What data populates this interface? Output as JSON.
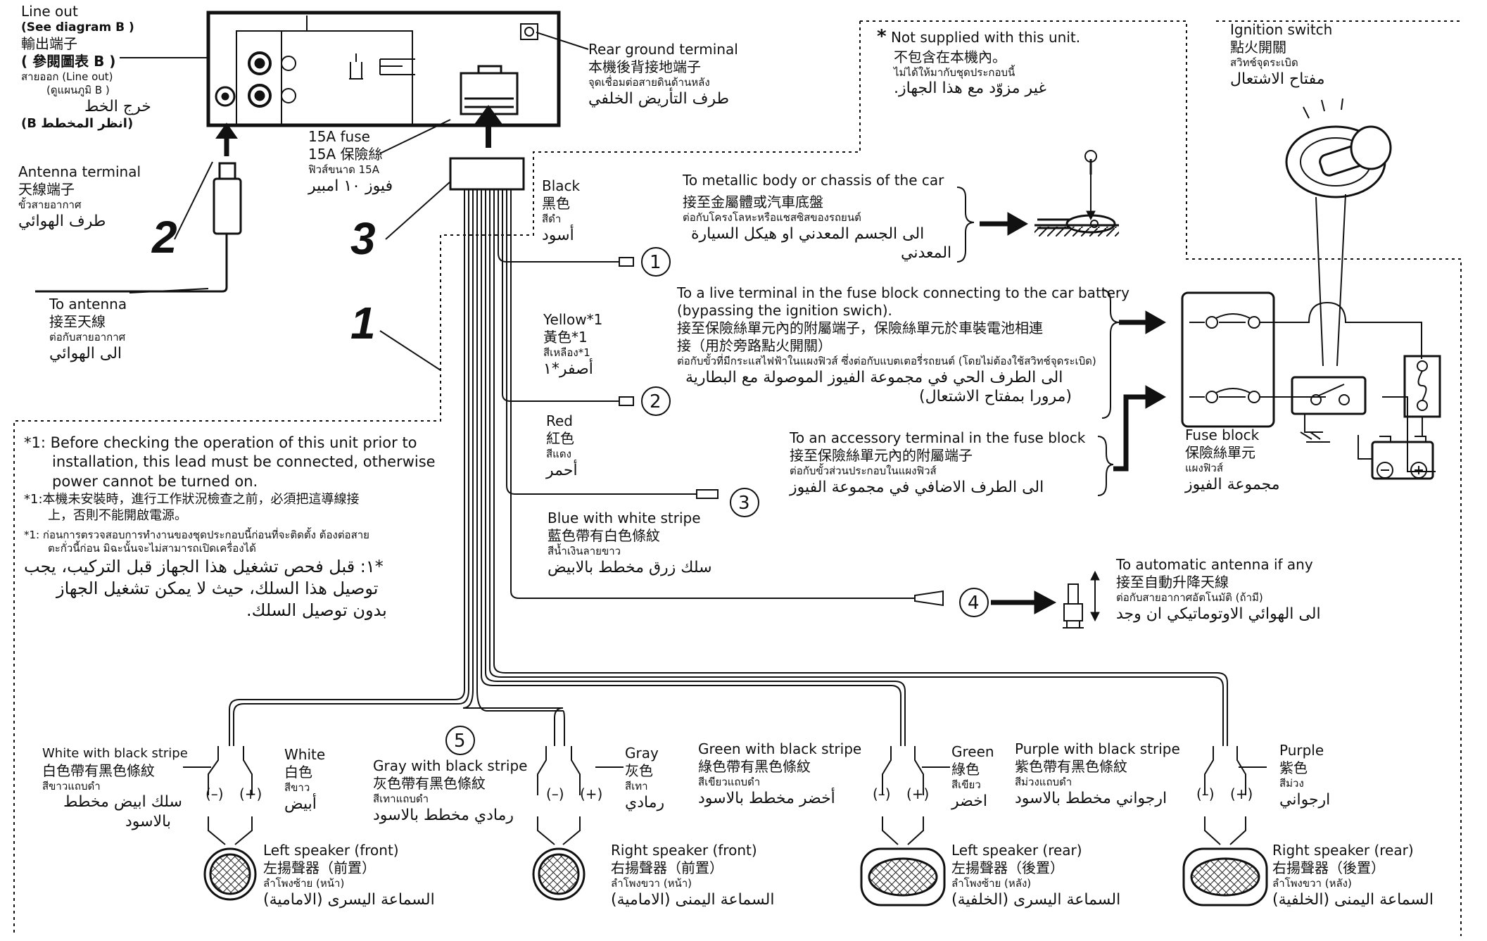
{
  "line_out": {
    "en": "Line out",
    "see": "(See diagram B )",
    "zh": "輸出端子",
    "zh_see": "( 參閱圖表 B )",
    "th": "สายออก (Line out)",
    "th_see": "(ดูแผนภูมิ B )",
    "ar": "خرج الخط",
    "ar_see": "(انظر المخطط B)"
  },
  "antenna_terminal": {
    "en": "Antenna terminal",
    "zh": "天線端子",
    "th": "ขั้วสายอากาศ",
    "ar": "طرف الهوائي"
  },
  "to_antenna": {
    "en": "To antenna",
    "zh": "接至天線",
    "th": "ต่อกับสายอากาศ",
    "ar": "الى الهوائي"
  },
  "rear_ground": {
    "en": "Rear ground terminal",
    "zh": "本機後背接地端子",
    "th": "จุดเชื่อมต่อสายดินด้านหลัง",
    "ar": "طرف التأريض الخلفي"
  },
  "fuse": {
    "en": "15A fuse",
    "zh": "15A 保險絲",
    "th": "ฟิวส์ขนาด 15A",
    "ar": "فيوز ١٠ امبير"
  },
  "numbers": {
    "n1": "1",
    "n2": "2",
    "n3": "3"
  },
  "not_supplied": {
    "star": "*",
    "en": "Not supplied with this unit.",
    "zh": "不包含在本機內。",
    "th": "ไม่ได้ให้มากับชุดประกอบนี้",
    "ar": "غير مزوّد مع هذا الجهاز."
  },
  "ignition": {
    "en": "Ignition switch",
    "zh": "點火開關",
    "th": "สวิทช์จุดระเบิด",
    "ar": "مفتاح الاشتعال"
  },
  "black": {
    "en": "Black",
    "zh": "黑色",
    "th": "สีดำ",
    "ar": "أسود"
  },
  "metallic": {
    "en": "To metallic body or chassis of the car",
    "zh": "接至金屬體或汽車底盤",
    "th": "ต่อกับโครงโลหะหรือแชสซิสของรถยนต์",
    "ar1": "الى الجسم المعدني او هيكل السيارة",
    "ar2": "المعدني"
  },
  "yellow": {
    "en": "Yellow*1",
    "zh": "黃色*1",
    "th": "สีเหลือง*1",
    "ar": "أصفر*١"
  },
  "live": {
    "en1": "To a live terminal in the fuse block connecting to the car battery",
    "en2": "(bypassing the ignition swich).",
    "zh1": "接至保險絲單元內的附屬端子，保險絲單元於車裝電池相連",
    "zh2": "接（用於旁路點火開關）",
    "th": "ต่อกับขั้วที่มีกระแสไฟฟ้าในแผงฟิวส์ ซึ่งต่อกับแบตเตอรี่รถยนต์ (โดยไม่ต้องใช้สวิทช์จุดระเบิด)",
    "ar1": "الى الطرف الحي في مجموعة الفيوز الموصولة مع البطارية",
    "ar2": "(مرورا بمفتاح الاشتعال)"
  },
  "red": {
    "en": "Red",
    "zh": "紅色",
    "th": "สีแดง",
    "ar": "أحمر"
  },
  "accessory": {
    "en": "To an accessory terminal in the fuse block",
    "zh": "接至保險絲單元內的附屬端子",
    "th": "ต่อกับขั้วส่วนประกอบในแผงฟิวส์",
    "ar": "الى الطرف الاضافي في مجموعة الفيوز"
  },
  "fuse_block": {
    "en": "Fuse block",
    "zh": "保險絲單元",
    "th": "แผงฟิวส์",
    "ar": "مجموعة الفيوز"
  },
  "blue": {
    "en": "Blue with white stripe",
    "zh": "藍色帶有白色條紋",
    "th": "สีน้ำเงินลายขาว",
    "ar": "سلك زرق مخطط بالابيض"
  },
  "auto_antenna": {
    "en": "To automatic antenna if any",
    "zh": "接至自動升降天線",
    "th": "ต่อกับสายอากาศอัตโนมัติ (ถ้ามี)",
    "ar": "الى الهوائي الاوتوماتيكي ان وجد"
  },
  "circles": {
    "c1": "1",
    "c2": "2",
    "c3": "3",
    "c4": "4",
    "c5": "5"
  },
  "note": {
    "en1": "*1: Before checking the operation of this unit prior to",
    "en2": "installation, this lead must be connected, otherwise",
    "en3": "power cannot be turned on.",
    "zh1": "*1:本機未安裝時，進行工作狀況檢查之前，必須把這導線接",
    "zh2": "上，否則不能開啟電源。",
    "th1": "*1: ก่อนการตรวจสอบการทำงานของชุดประกอบนี้ก่อนที่จะติดตั้ง ต้องต่อสาย",
    "th2": "ตะกั่วนี้ก่อน มิฉะนั้นจะไม่สามารถเปิดเครื่องได้",
    "ar1": "*١: قبل فحص تشغيل هذا الجهاز قبل التركيب، يجب",
    "ar2": "توصيل هذا السلك، حيث لا يمكن تشغيل الجهاز",
    "ar3": "بدون توصيل السلك."
  },
  "polarity": {
    "minus": "(–)",
    "plus": "(+)"
  },
  "speakers": {
    "lf": {
      "en": "Left speaker (front)",
      "zh": "左揚聲器（前置）",
      "th": "ลำโพงซ้าย (หน้า)",
      "ar": "السماعة اليسرى (الامامية)"
    },
    "rf": {
      "en": "Right speaker (front)",
      "zh": "右揚聲器（前置）",
      "th": "ลำโพงขวา (หน้า)",
      "ar": "السماعة اليمنى (الامامية)"
    },
    "lr": {
      "en": "Left speaker (rear)",
      "zh": "左揚聲器（後置）",
      "th": "ลำโพงซ้าย (หลัง)",
      "ar": "السماعة اليسرى (الخلفية)"
    },
    "rr": {
      "en": "Right speaker (rear)",
      "zh": "右揚聲器（後置）",
      "th": "ลำโพงขวา (หลัง)",
      "ar": "السماعة اليمنى (الخلفية)"
    }
  },
  "wires": {
    "white_black": {
      "en": "White with black stripe",
      "zh": "白色帶有黑色條紋",
      "th": "สีขาวแถบดำ",
      "ar1": "سلك ابيض مخطط",
      "ar2": "بالاسود"
    },
    "white": {
      "en": "White",
      "zh": "白色",
      "th": "สีขาว",
      "ar": "أبيض"
    },
    "gray_black": {
      "en": "Gray with black stripe",
      "zh": "灰色帶有黑色條紋",
      "th": "สีเทาแถบดำ",
      "ar": "رمادي مخطط بالاسود"
    },
    "gray": {
      "en": "Gray",
      "zh": "灰色",
      "th": "สีเทา",
      "ar": "رمادي"
    },
    "green_black": {
      "en": "Green with black stripe",
      "zh": "綠色帶有黑色條紋",
      "th": "สีเขียวแถบดำ",
      "ar": "أخضر مخطط بالاسود"
    },
    "green": {
      "en": "Green",
      "zh": "綠色",
      "th": "สีเขียว",
      "ar": "اخضر"
    },
    "purple_black": {
      "en": "Purple with black stripe",
      "zh": "紫色帶有黑色條紋",
      "th": "สีม่วงแถบดำ",
      "ar": "ارجواني مخطط بالاسود"
    },
    "purple": {
      "en": "Purple",
      "zh": "紫色",
      "th": "สีม่วง",
      "ar": "ارجواني"
    }
  }
}
